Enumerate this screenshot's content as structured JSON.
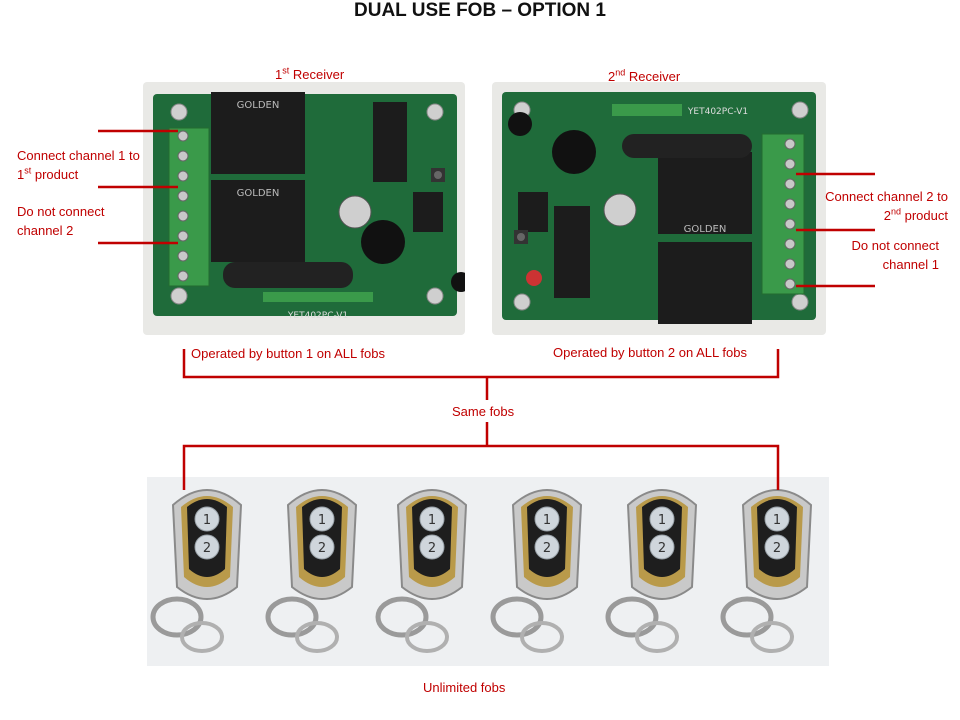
{
  "title": "DUAL USE FOB – OPTION 1",
  "receiver1": {
    "label_num": "1",
    "label_sup": "st",
    "label_rest": " Receiver",
    "connect_a": "Connect channel 1 to",
    "connect_b_num": "1",
    "connect_b_sup": "st",
    "connect_b_rest": " product",
    "noconnect_a": "Do not connect",
    "noconnect_b": "channel 2",
    "operated": "Operated by button 1 on ALL fobs"
  },
  "receiver2": {
    "label_num": "2",
    "label_sup": "nd",
    "label_rest": " Receiver",
    "connect_a": "Connect channel 2 to",
    "connect_b_num": "2",
    "connect_b_sup": "nd",
    "connect_b_rest": " product",
    "noconnect_a": "Do not connect",
    "noconnect_b": "channel 1",
    "operated": "Operated by button 2 on ALL fobs"
  },
  "same_fobs": "Same fobs",
  "unlimited_fobs": "Unlimited fobs",
  "fob_buttons": [
    "1",
    "2"
  ],
  "board_marking": "YET402PC-V1",
  "relay_brand": "GOLDEN",
  "colors": {
    "annotation": "#c00000",
    "pcb": "#1f6b3a",
    "terminal": "#3a9a4a",
    "relay": "#1c1c1c"
  }
}
